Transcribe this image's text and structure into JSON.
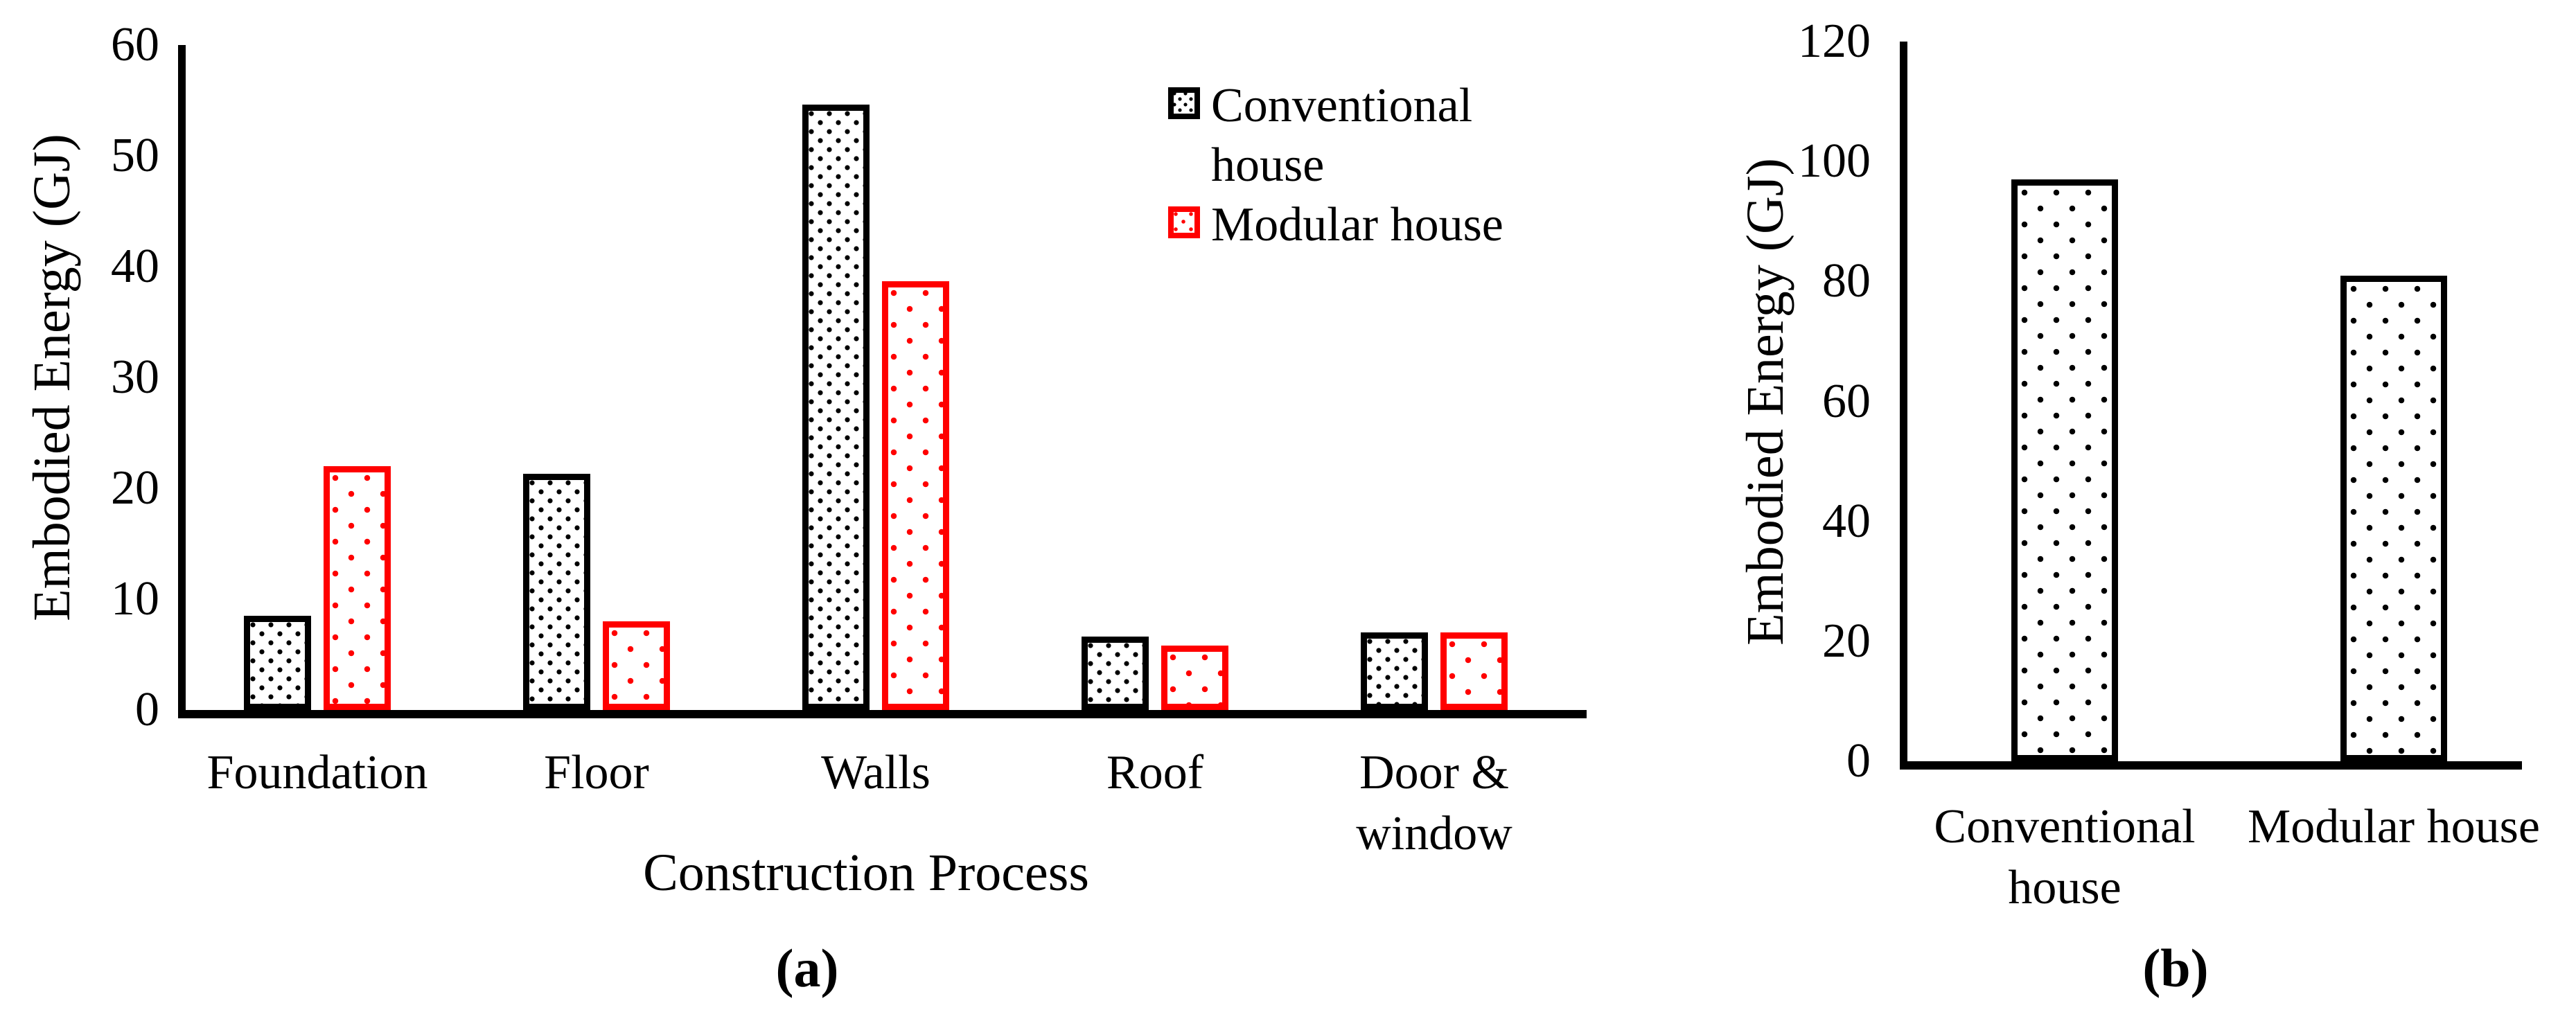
{
  "figure": {
    "background": "#ffffff",
    "colors": {
      "conventional_series": "#000000",
      "modular_series": "#ff0000",
      "axis": "#000000"
    }
  },
  "legend": {
    "position": "top-right-of-chart-a",
    "entries": [
      {
        "label": "Conventional house",
        "marker": "black-dotted-square"
      },
      {
        "label": "Modular house",
        "marker": "red-dotted-square"
      }
    ]
  },
  "chart_data": [
    {
      "id": "a",
      "type": "bar",
      "caption": "(a)",
      "xlabel": "Construction Process",
      "ylabel": "Embodied Energy (GJ)",
      "ylim": [
        0,
        60
      ],
      "yticks": [
        0,
        10,
        20,
        30,
        40,
        50,
        60
      ],
      "grid": false,
      "categories": [
        "Foundation",
        "Floor",
        "Walls",
        "Roof",
        "Door & window"
      ],
      "series": [
        {
          "name": "Conventional house",
          "color": "#000000",
          "pattern": "dense-dots",
          "values": [
            8.5,
            21.3,
            54.6,
            6.6,
            7.0
          ]
        },
        {
          "name": "Modular house",
          "color": "#ff0000",
          "pattern": "sparse-dots",
          "values": [
            22.0,
            8.0,
            38.7,
            5.8,
            7.0
          ]
        }
      ]
    },
    {
      "id": "b",
      "type": "bar",
      "caption": "(b)",
      "xlabel": "",
      "ylabel": "Embodied Energy (GJ)",
      "ylim": [
        0,
        120
      ],
      "yticks": [
        0,
        20,
        40,
        60,
        80,
        100,
        120
      ],
      "grid": false,
      "categories": [
        "Conventional house",
        "Modular house"
      ],
      "series": [
        {
          "name": "Embodied energy",
          "color": "#000000",
          "pattern": "sparse-dots",
          "values": [
            97,
            81
          ]
        }
      ]
    }
  ]
}
